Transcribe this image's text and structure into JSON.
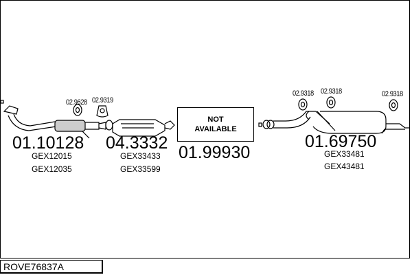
{
  "diagram_code": "ROVE76837A",
  "groups": [
    {
      "price": "01.10128",
      "refs": [
        "GEX12015",
        "GEX12035"
      ],
      "mounts": [
        "02.9628",
        "02.9319"
      ]
    },
    {
      "price": "04.3332",
      "refs": [
        "GEX33433",
        "GEX33599"
      ],
      "mounts": []
    },
    {
      "price": "01.99930",
      "refs": [],
      "not_available": [
        "NOT",
        "AVAILABLE"
      ]
    },
    {
      "price": "01.69750",
      "refs": [
        "GEX33481",
        "GEX43481"
      ],
      "mounts": [
        "02.9318",
        "02.9318",
        "02.9318"
      ]
    }
  ]
}
